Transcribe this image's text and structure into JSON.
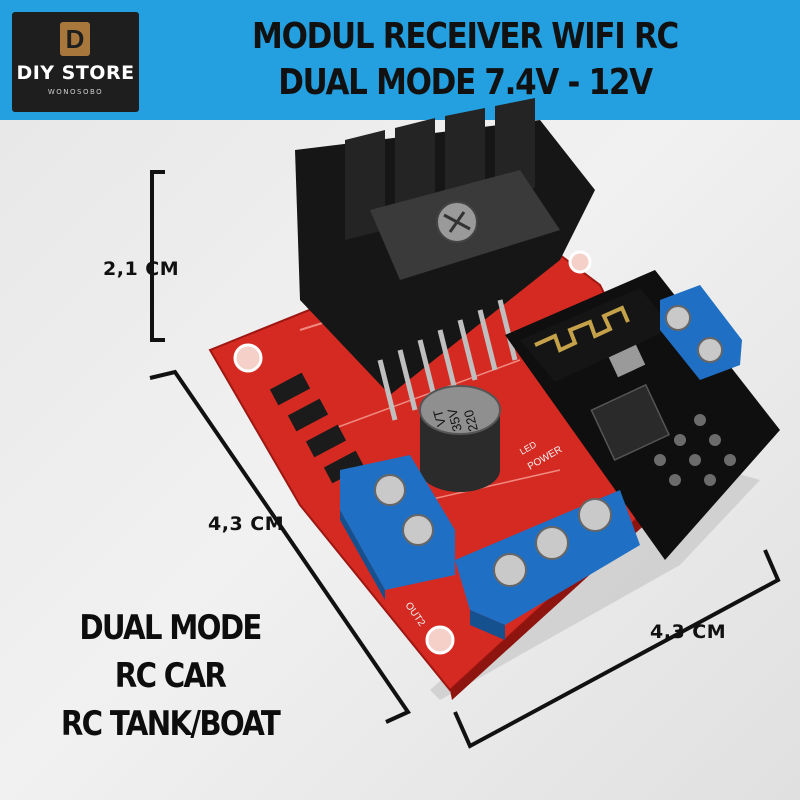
{
  "brand": {
    "logo_letter": "D",
    "name": "DIY STORE",
    "sub": "WONOSOBO"
  },
  "title": {
    "line1": "MODUL RECEIVER WIFI RC",
    "line2": "DUAL MODE 7.4V - 12V"
  },
  "dimensions": {
    "height": "2,1 CM",
    "width_left": "4,3 CM",
    "width_right": "4,3 CM"
  },
  "features": {
    "line1": "DUAL MODE",
    "line2": "RC CAR",
    "line3": "RC TANK/BOAT"
  },
  "board_text": {
    "capacitor_value": "220",
    "capacitor_voltage": "35V",
    "capacitor_code": "VT",
    "out2": "OUT2",
    "power": "POWER",
    "led": "LED"
  },
  "colors": {
    "banner": "#24a0e0",
    "board": "#d42a22",
    "terminal": "#1f6fc4",
    "logo_bg": "#1e1e1e",
    "logo_accent": "#a7773b"
  }
}
